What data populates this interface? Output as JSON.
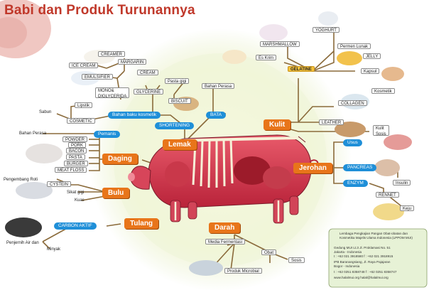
{
  "title": "Babi dan Produk Turunannya",
  "categories": {
    "lemak": "Lemak",
    "kulit": "Kulit",
    "daging": "Daging",
    "jerohan": "Jerohan",
    "bulu": "Bulu",
    "tulang": "Tulang",
    "darah": "Darah"
  },
  "blue_labels": {
    "bahan_baku_kosmetik": "Bahan baku kosmetik",
    "shortening": "SHORTENING",
    "bata": "BATA",
    "usus": "Usus",
    "pancreas": "PANCREAS",
    "enzym": "ENZYM",
    "pemanis": "Pemanis",
    "carbon_aktif": "CARBON AKTIF"
  },
  "labels": {
    "yoghurt": "YOGHURT",
    "marshmallow": "MARSHMALLOW",
    "permen_lunak": "Permen Lunak",
    "es_krim": "Es Krim",
    "jelly": "JELLY",
    "gelatine": "GELATINE",
    "kapsul": "Kapsul",
    "kosmetik": "Kosmetik",
    "collagen": "COLLAGEN",
    "leather": "LEATHER",
    "kulit_sosis": "Kulit\nSosis",
    "creamer": "CREAMER",
    "margarin": "MARGARIN",
    "ice_cream": "ICE CREAM",
    "emulsifier": "EMULSIFIER",
    "cream": "CREAM",
    "mono_digly": "MONO&\nDIGLYCERIDA",
    "glycerine": "GLYCERINE",
    "pasta_gigi": "Pasta gigi",
    "biscuit": "BISCUIT",
    "bahan_perasa_top": "Bahan Perasa",
    "lipstik": "Lipstik",
    "sabun": "Sabun",
    "cosmetic": "COSMETIC",
    "bahan_perasa_left": "Bahan Perasa",
    "powder": "POWDER",
    "pork": "PORK",
    "bacon": "BACON",
    "pasta": "PASTA",
    "burger": "BURGER",
    "meat_floss": "MEAT FLOSS",
    "pengembang_roti": "Pengembang Roti",
    "cystein": "CYSTEIN",
    "sikat_gigi": "Sikat gigi",
    "kuas": "Kuas",
    "insulin": "Insulin",
    "rennet": "RENNET",
    "keju": "Keju",
    "penjernih": "Penjernih Air dan",
    "minyak": "Minyak",
    "media_fermentasi": "Media Fermentasi",
    "obat": "Obat",
    "sosis": "Sosis",
    "produk_microbial": "Produk Microbial"
  },
  "info_lines": [
    "Lembaga Pengkajian Pangan Obat-obatan dan",
    "Kosmetika Majelis Ulama Indonesia (LPPOM MUI)",
    "",
    "Gedung MUI Lt.3 Jl. Proklamasi No. 51",
    "Jakarta - Indonesia",
    "t : +62 021 3918580  f : +62 021 3918915",
    "IPB Baranangsiang, Jl. Raya Pajajaran",
    "Bogor - Indonesia",
    "t : +62 0251 8358748  f : +62 0251 8358747",
    "www.halalmui.org  halal@halalmui.org"
  ],
  "colors": {
    "title": "#c0382a",
    "category": "#e8751a",
    "blue_tag": "#1f8fd8",
    "connector": "#8a6a3a"
  }
}
